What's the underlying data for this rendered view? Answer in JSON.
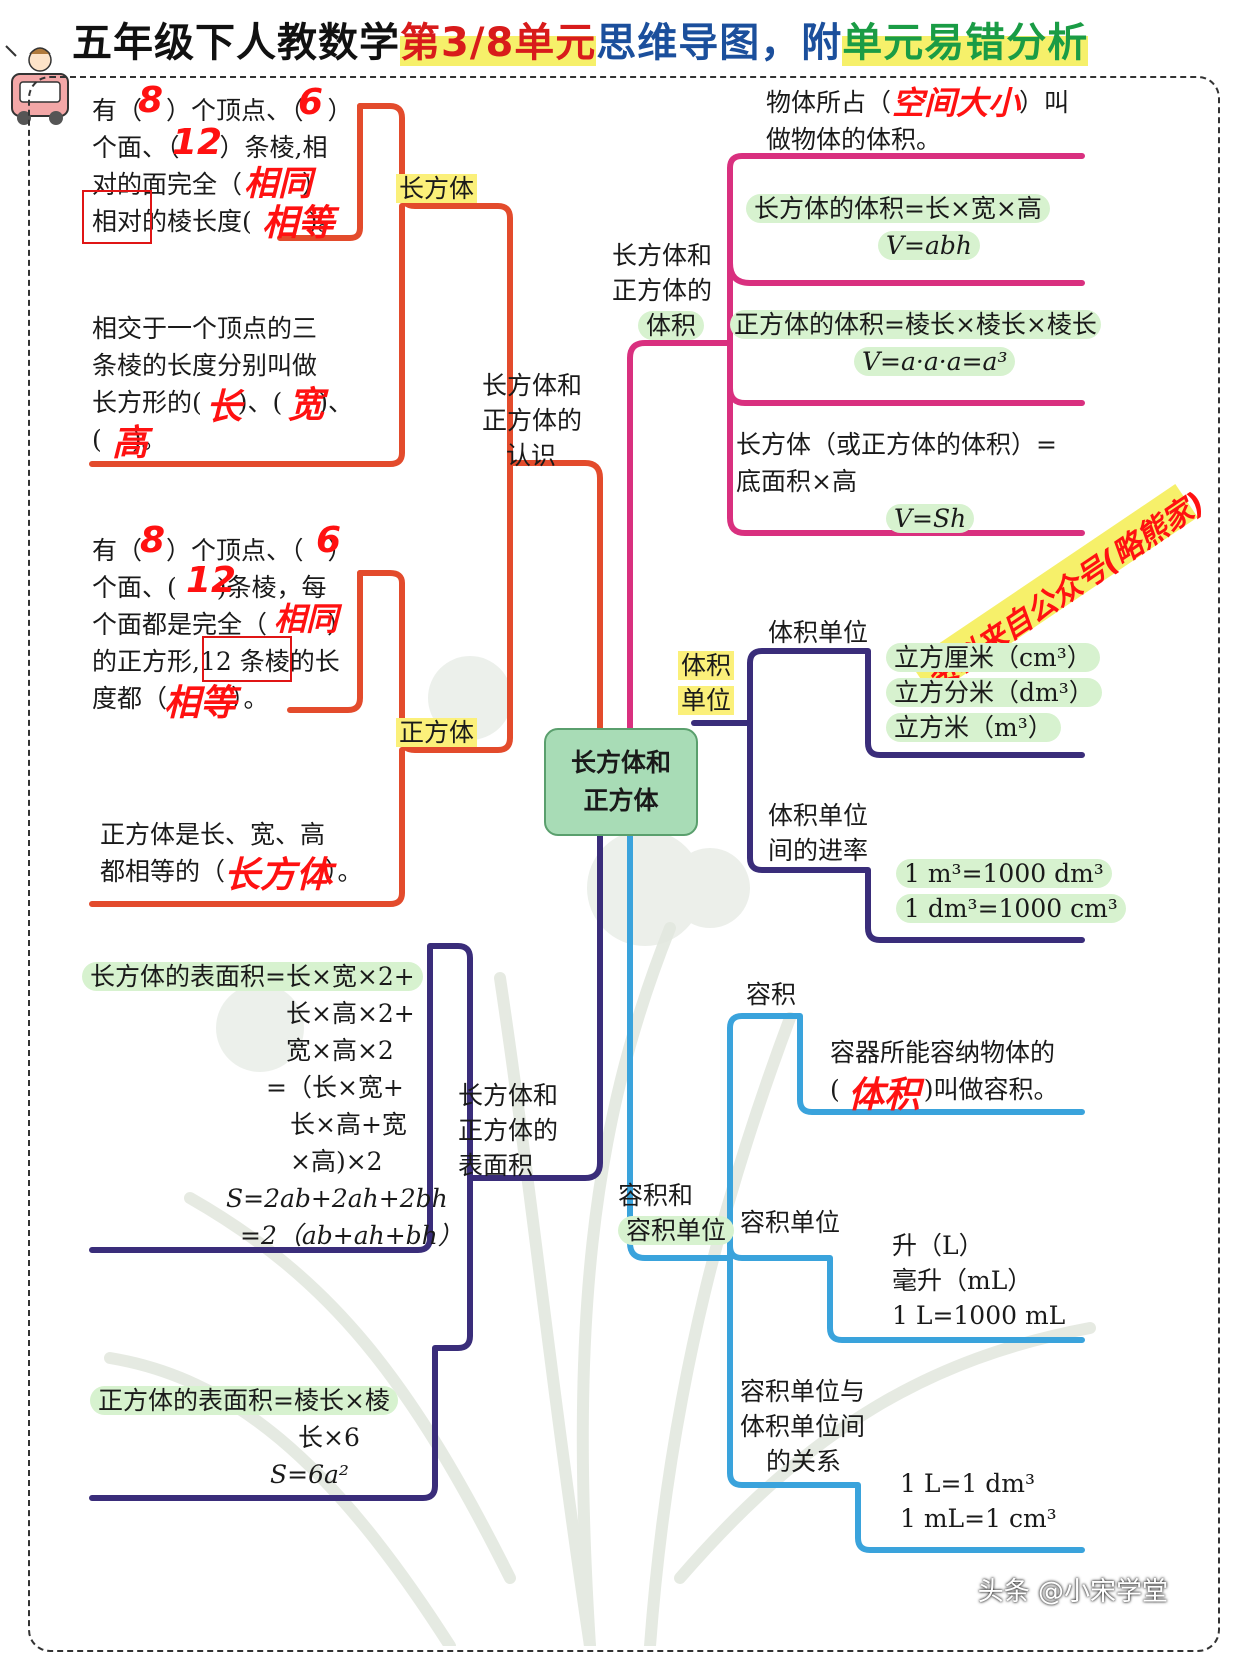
{
  "header": {
    "part1": "五年级下人教数学",
    "part2": "第3/8单元",
    "part3": "思维导图",
    "part4": "，附",
    "part5": "单元易错分析"
  },
  "center": {
    "line1": "长方体和",
    "line2": "正方体"
  },
  "left": {
    "recognition": {
      "l1": "长方体和",
      "l2": "正方体的",
      "l3": "认识"
    },
    "cuboid": {
      "label": "长方体",
      "props": {
        "l1a": "有（",
        "l1b": "）个顶点、（",
        "l1c": "）",
        "l2a": "个面、（",
        "l2b": "）条棱,相",
        "l3a": "对的面完全（",
        "l3b": "）",
        "l4a": "相对",
        "l4b": "的棱长度(",
        "l4c": ")。"
      },
      "hw": {
        "vertices": "8",
        "faces": "6",
        "edges": "12",
        "same": "相同",
        "equal": "相等"
      },
      "dims": {
        "l1": "相交于一个顶点的三",
        "l2": "条棱的长度分别叫做",
        "l3a": "长方形的(",
        "l3b": ")、(",
        "l3c": ")、",
        "l4a": "(",
        "l4b": ")。"
      },
      "dims_hw": {
        "length": "长",
        "width": "宽",
        "height": "高"
      }
    },
    "cube": {
      "label": "正方体",
      "props": {
        "l1a": "有（",
        "l1b": "）个顶点、（",
        "l1c": "）",
        "l2a": "个面、(",
        "l2b": ")条棱，每",
        "l3a": "个面都是完全（",
        "l3b": "）",
        "l4a": "的正方形,",
        "l4b": "12 条棱",
        "l4c": "的长",
        "l5a": "度都（",
        "l5b": "）。"
      },
      "hw": {
        "vertices": "8",
        "faces": "6",
        "edges": "12",
        "same": "相同",
        "equal": "相等"
      },
      "special": {
        "l1": "正方体是长、宽、高",
        "l2a": "都相等的（",
        "l2b": "）。"
      },
      "special_hw": "长方体"
    },
    "surface": {
      "l1": "长方体和",
      "l2": "正方体的",
      "l3": "表面积",
      "cuboid_formula": {
        "l1": "长方体的表面积=长×宽×2+",
        "l2": "长×高×2+",
        "l3": "宽×高×2",
        "l4": "=（长×宽+",
        "l5": "长×高+宽",
        "l6": "×高)×2",
        "l7": "S=2ab+2ah+2bh",
        "l8": "=2（ab+ah+bh）"
      },
      "cube_formula": {
        "l1": "正方体的表面积=棱长×棱",
        "l2": "长×6",
        "l3": "S=6a²"
      }
    }
  },
  "right": {
    "volume": {
      "l1": "长方体和",
      "l2": "正方体的",
      "l3": "体积",
      "definition": {
        "l1a": "物体所占（",
        "l1b": "）叫",
        "l2": "做物体的体积。"
      },
      "definition_hw": "空间大小",
      "cuboid": {
        "text": "长方体的体积=长×宽×高",
        "formula": "V=abh"
      },
      "cube": {
        "text": "正方体的体积=棱长×棱长×棱长",
        "formula": "V=a·a·a=a³"
      },
      "general": {
        "l1": "长方体（或正方体的体积）=",
        "l2": "底面积×高",
        "formula": "V=Sh"
      }
    },
    "units": {
      "l1": "体积",
      "l2": "单位",
      "unit_label": "体积单位",
      "list": [
        "立方厘米（cm³）",
        "立方分米（dm³）",
        "立方米（m³）"
      ],
      "conv_label1": "体积单位",
      "conv_label2": "间的进率",
      "conversions": [
        "1 m³=1000 dm³",
        "1 dm³=1000 cm³"
      ]
    },
    "capacity": {
      "l1": "容积和",
      "l2": "容积单位",
      "cap_label": "容积",
      "cap_def": {
        "l1": "容器所能容纳物体的",
        "l2a": "(",
        "l2b": ")叫做容积。"
      },
      "cap_hw": "体积",
      "unit_label": "容积单位",
      "units": [
        "升（L）",
        "毫升（mL）",
        "1 L=1000 mL"
      ],
      "rel_label": {
        "l1": "容积单位与",
        "l2": "体积单位间",
        "l3": "的关系"
      },
      "relations": [
        "1 L=1 dm³",
        "1 mL=1 cm³"
      ]
    }
  },
  "annotation": "资料来自公众号(略熊家)",
  "watermark": "头条 @小宋学堂",
  "colors": {
    "red_branch": "#e34b2c",
    "pink_branch": "#d9307f",
    "navy_branch": "#3a2d7a",
    "blue_branch": "#3aa3dc",
    "handwriting": "#ff1111"
  }
}
